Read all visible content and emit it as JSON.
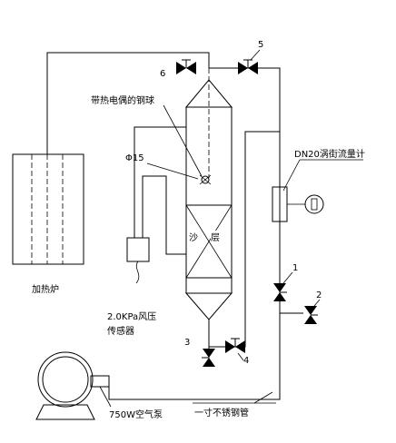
{
  "labels": {
    "heater": "加热炉",
    "thermocouple_ball": "带热电偶的钢球",
    "phi": "Φ15",
    "sand_bed": [
      "沙",
      "层"
    ],
    "flowmeter": "DN20涡街流量计",
    "pressure_sensor_line1": "2.0KPa风压",
    "pressure_sensor_line2": "传感器",
    "pump": "750W空气泵",
    "pipe": "一寸不锈钢管"
  },
  "valve_numbers": {
    "v1": "1",
    "v2": "2",
    "v3": "3",
    "v4": "4",
    "v5": "5",
    "v6": "6"
  }
}
